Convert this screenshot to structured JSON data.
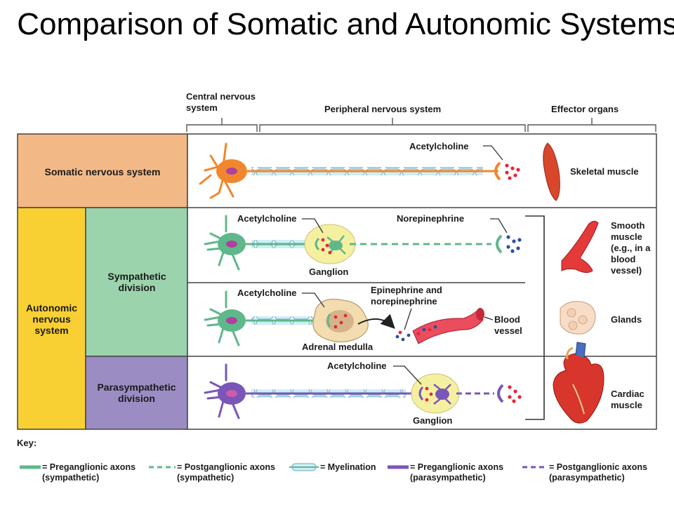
{
  "title": "Comparison of Somatic and Autonomic Systems",
  "header": {
    "cns": "Central nervous system",
    "pns": "Peripheral nervous system",
    "effectors": "Effector organs"
  },
  "rows": {
    "somatic": "Somatic nervous system",
    "autonomic": "Autonomic nervous system",
    "sympathetic": "Sympathetic division",
    "parasympathetic": "Parasympathetic division"
  },
  "labels": {
    "ach_somatic": "Acetylcholine",
    "ach_symp": "Acetylcholine",
    "norepinephrine": "Norepinephrine",
    "ganglion_symp": "Ganglion",
    "ach_adrenal": "Acetylcholine",
    "epi_norepi": "Epinephrine and norepinephrine",
    "adrenal_medulla": "Adrenal medulla",
    "blood_vessel": "Blood vessel",
    "ach_para": "Acetylcholine",
    "ganglion_para": "Ganglion"
  },
  "effectors": {
    "skeletal": "Skeletal muscle",
    "smooth": "Smooth muscle (e.g., in a blood vessel)",
    "glands": "Glands",
    "cardiac": "Cardiac muscle"
  },
  "key": {
    "title": "Key:",
    "items": [
      {
        "label": "= Preganglionic axons (sympathetic)"
      },
      {
        "label": "= Postganglionic axons (sympathetic)"
      },
      {
        "label": "= Myelination"
      },
      {
        "label": "= Preganglionic axons (parasympathetic)"
      },
      {
        "label": "= Postganglionic axons (parasympathetic)"
      }
    ]
  },
  "colors": {
    "somatic_fill": "#f2b987",
    "autonomic_fill": "#f9d033",
    "sympathetic_fill": "#9bd3ad",
    "parasympathetic_fill": "#9b8cc4",
    "somatic_neuron": "#f0872e",
    "sympathetic_neuron": "#5fb88a",
    "parasympathetic_neuron": "#7a56b8",
    "myelin": "#a9dbe8",
    "ganglion": "#f5f0a0",
    "neurotransmitter_red": "#e8253c",
    "neurotransmitter_blue": "#2d4fa3"
  }
}
